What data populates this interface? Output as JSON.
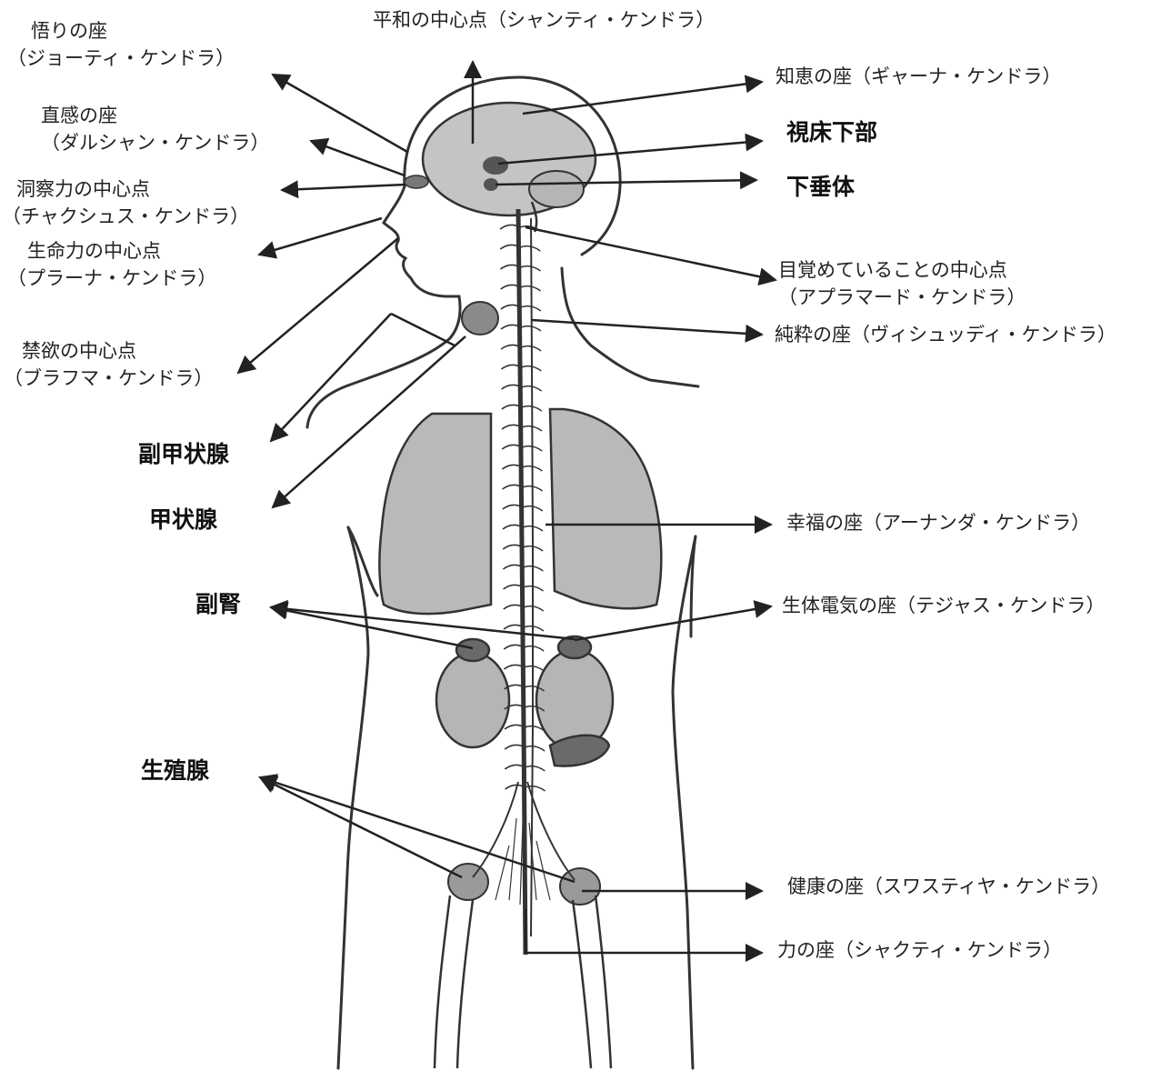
{
  "labels": {
    "peace_center": "平和の中心点（シャンティ・ケンドラ）",
    "enlightenment": "悟りの座",
    "enlightenment_sub": "（ジョーティ・ケンドラ）",
    "intuition": "直感の座",
    "intuition_sub": "（ダルシャン・ケンドラ）",
    "insight": "洞察力の中心点",
    "insight_sub": "（チャクシュス・ケンドラ）",
    "vitality": "生命力の中心点",
    "vitality_sub": "（プラーナ・ケンドラ）",
    "abstinence": "禁欲の中心点",
    "abstinence_sub": "（ブラフマ・ケンドラ）",
    "parathyroid": "副甲状腺",
    "thyroid": "甲状腺",
    "adrenal": "副腎",
    "gonads": "生殖腺",
    "wisdom": "知恵の座（ギャーナ・ケンドラ）",
    "hypothalamus": "視床下部",
    "pituitary": "下垂体",
    "awakening": "目覚めていることの中心点",
    "awakening_sub": "（アプラマード・ケンドラ）",
    "purity": "純粋の座（ヴィシュッディ・ケンドラ）",
    "happiness": "幸福の座（アーナンダ・ケンドラ）",
    "bioelectric": "生体電気の座（テジャス・ケンドラ）",
    "health": "健康の座（スワスティヤ・ケンドラ）",
    "power": "力の座（シャクティ・ケンドラ）"
  },
  "colors": {
    "line": "#222222",
    "organ_fill": "#b9b9b9",
    "brain_fill": "#c4c4c4",
    "gland_fill": "#6a6a6a"
  }
}
